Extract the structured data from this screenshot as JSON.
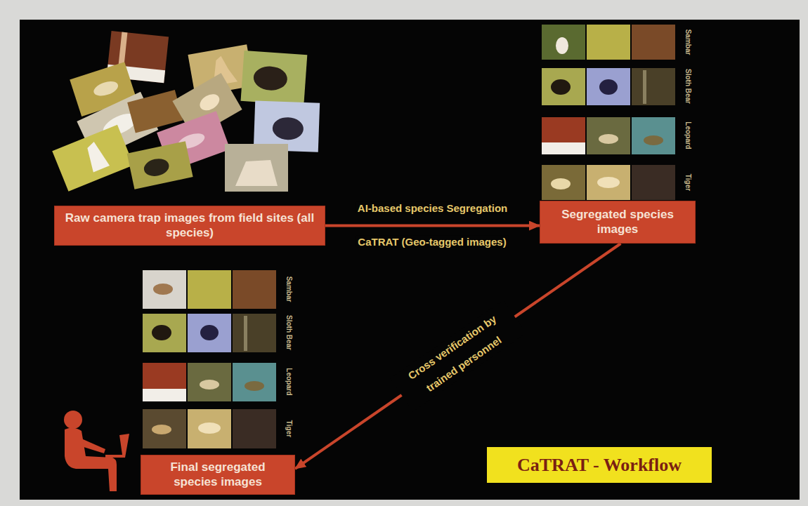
{
  "diagram": {
    "nodes": [
      {
        "text": [
          "Raw camera trap images from field sites (all species)"
        ]
      },
      {
        "text": [
          "Segregated species images"
        ]
      },
      {
        "text": [
          "Final segregated species images"
        ]
      },
      {
        "text": [
          "CaTRAT - Workflow"
        ]
      }
    ],
    "edges": [
      {
        "from": 0,
        "to": 1,
        "arrow": "to",
        "label": "AI-based species Segregation"
      },
      {
        "from": 1,
        "to": 2,
        "arrow": "to",
        "label": "Cross verification by trained personnel"
      }
    ],
    "labels": [
      "CaTRAT (Geo-tagged images)",
      "Sambar",
      "Sloth Bear",
      "Leopard",
      "Tiger",
      "Sambar",
      "Sloth Bear",
      "Leopard",
      "Tiger"
    ]
  }
}
